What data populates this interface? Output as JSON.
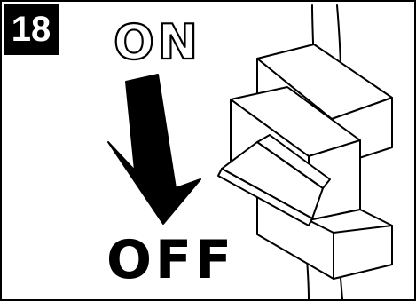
{
  "step": {
    "number": "18"
  },
  "labels": {
    "on": "ON",
    "off": "OFF"
  },
  "colors": {
    "ink": "#000000",
    "paper": "#ffffff"
  },
  "icons": {
    "arrow": "arrow-down-icon",
    "switch": "circuit-breaker-switch-icon"
  }
}
